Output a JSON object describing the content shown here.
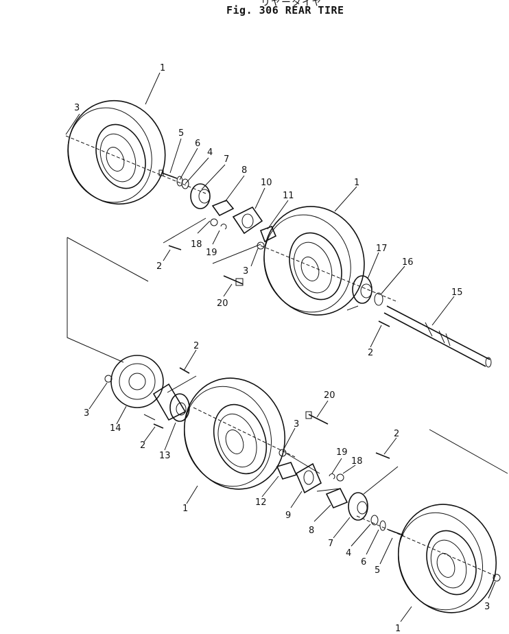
{
  "header": {
    "jp_title": "リヤータイヤ",
    "fig_title": "Fig. 306 REAR TIRE"
  },
  "callouts": [
    "1",
    "3",
    "5",
    "6",
    "4",
    "7",
    "8",
    "10",
    "11",
    "1",
    "18",
    "19",
    "2",
    "3",
    "20",
    "17",
    "16",
    "15",
    "2",
    "2",
    "3",
    "14",
    "2",
    "13",
    "1",
    "20",
    "3",
    "19",
    "18",
    "2",
    "12",
    "9",
    "8",
    "7",
    "4",
    "6",
    "5",
    "1",
    "3"
  ]
}
